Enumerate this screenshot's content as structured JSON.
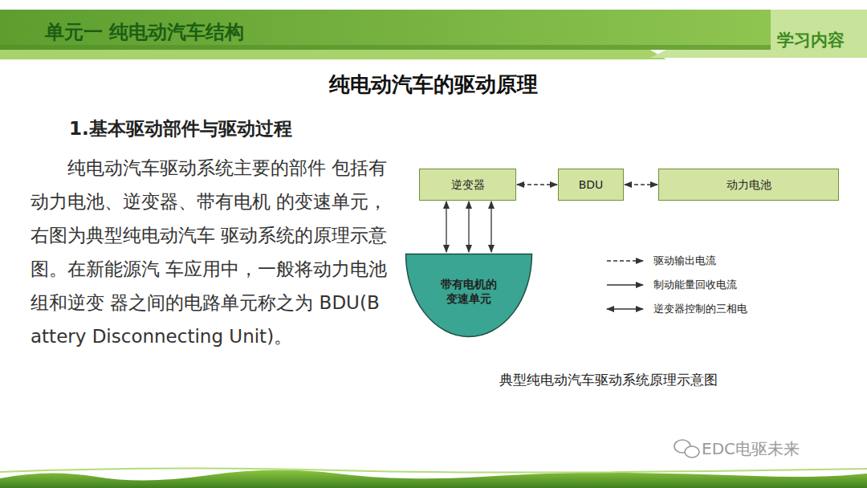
{
  "diagram": {
    "title": "纯电动汽车的驱动原理",
    "caption": "典型纯电动汽车驱动系统原理示意图",
    "nodes": [
      {
        "text": [
          "逆变器"
        ]
      },
      {
        "text": [
          "BDU"
        ]
      },
      {
        "text": [
          "动力电池"
        ]
      },
      {
        "text": [
          "带有电机的 变速单元"
        ]
      }
    ],
    "edges": [
      {
        "from": 1,
        "to": 0,
        "arrow": "both"
      },
      {
        "from": 2,
        "to": 1,
        "arrow": "both"
      },
      {
        "from": 0,
        "to": 3,
        "arrow": "both"
      },
      {
        "from": 0,
        "to": 3,
        "arrow": "both"
      },
      {
        "from": 0,
        "to": 3,
        "arrow": "both"
      }
    ],
    "labels": [
      "单元一 纯电动汽车结构",
      "学习内容",
      "1.基本驱动部件与驱动过程",
      "纯电动汽车驱动系统主要的部件 包括有动力电池、逆变器、带有电机 的变速单元，右图为典型纯电动汽车 驱动系统的原理示意图。在新能源汽 车应用中，一般将动力电池组和逆变 器之间的电路单元称之为 BDU(Battery Disconnecting Unit)。",
      "EDC电驱未来"
    ],
    "legend": [
      {
        "text": "驱动输出电流"
      },
      {
        "text": "制动能量回收电流"
      },
      {
        "text": "逆变器控制的三相电"
      }
    ]
  }
}
